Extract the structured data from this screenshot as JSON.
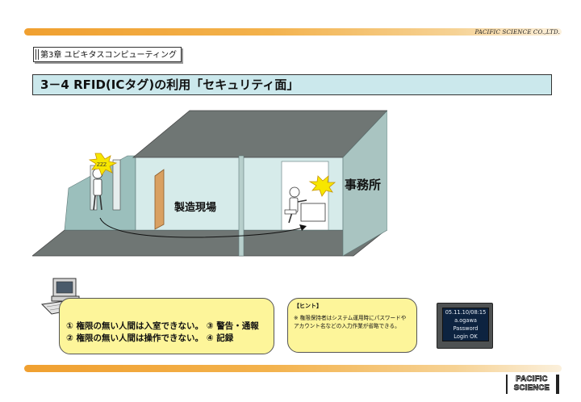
{
  "header": {
    "company": "PACIFIC SCIENCE CO.,LTD.",
    "chapter": "第3章 ユビキタスコンピューティング",
    "section_title": "3－4 RFID(ICタグ)の利用「セキュリティ面」"
  },
  "diagram": {
    "factory_label": "製造現場",
    "office_label": "事務所",
    "alert_label": "ZZZ"
  },
  "effects": {
    "line1": "① 権限の無い人間は入室できない。 ③ 警告・通報",
    "line2": "② 権限の無い人間は操作できない。 ④ 記録"
  },
  "hint": {
    "title": "【ヒント】",
    "body": "※ 権限保持者はシステム運用時にパスワードやアカウント名などの入力作業が省略できる。"
  },
  "terminal": {
    "line1": "05.11.10/08:15",
    "line2": "a.ogawa",
    "line3": "Password",
    "line4": "Login OK"
  },
  "logo": {
    "line1": "PACIFIC",
    "line2": "SCIENCE"
  },
  "colors": {
    "accent_bar": "#f0a030",
    "title_fill": "#cbe8ec",
    "callout_fill": "#fdf59a",
    "wall_fill": "#9bbfbc",
    "floor_fill": "#6f7674"
  }
}
